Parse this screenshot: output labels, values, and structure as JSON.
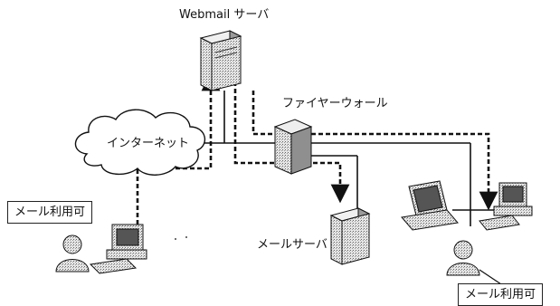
{
  "labels": {
    "webmail_server": "Webmail サーバ",
    "firewall": "ファイヤーウォール",
    "internet": "インターネット",
    "mail_server": "メールサーバ",
    "mail_user_left": "メール利用可",
    "mail_user_right": "メール利用可"
  },
  "colors": {
    "line": "#111111",
    "device_fill": "#d4d4d4",
    "device_dark": "#8a8a8a"
  }
}
